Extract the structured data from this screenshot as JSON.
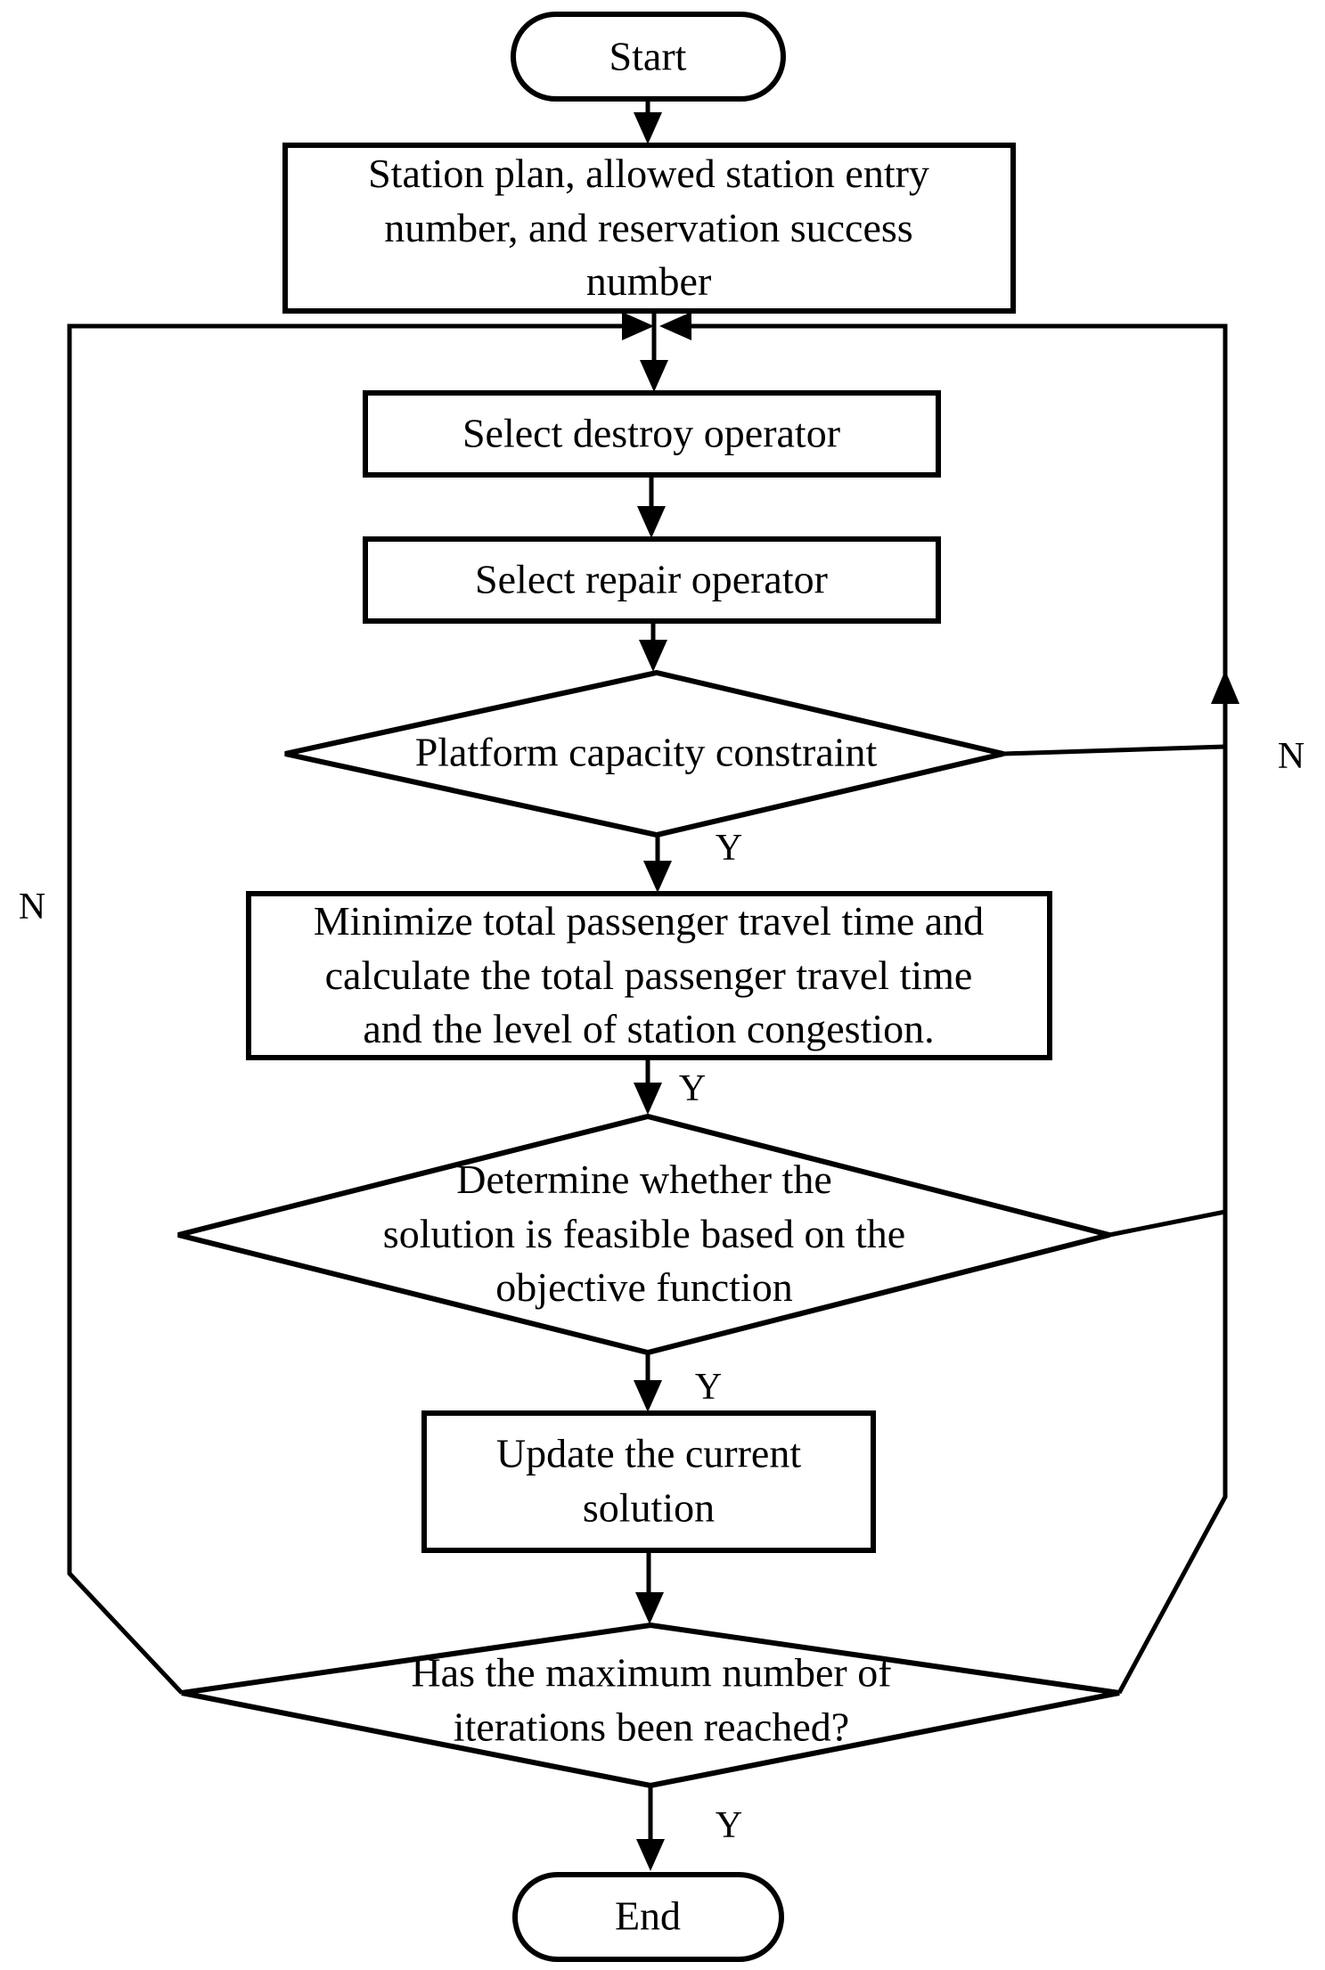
{
  "colors": {
    "line": "#000000",
    "text": "#000000",
    "background": "#ffffff"
  },
  "nodes": {
    "start": {
      "type": "terminator",
      "label": "Start"
    },
    "inputs": {
      "type": "process",
      "label": "Station plan, allowed station entry\nnumber, and reservation success\nnumber"
    },
    "select_destroy": {
      "type": "process",
      "label": "Select destroy operator"
    },
    "select_repair": {
      "type": "process",
      "label": "Select repair operator"
    },
    "platform_capacity": {
      "type": "decision",
      "label": "Platform capacity constraint"
    },
    "minimize": {
      "type": "process",
      "label": "Minimize total passenger travel time and\ncalculate the total passenger travel time\nand the level of station congestion."
    },
    "feasibility": {
      "type": "decision",
      "label": "Determine whether the\nsolution is feasible based on the\nobjective function"
    },
    "update_solution": {
      "type": "process",
      "label": "Update the current\nsolution"
    },
    "max_iterations": {
      "type": "decision",
      "label": "Has the maximum number of\niterations been reached?"
    },
    "end": {
      "type": "terminator",
      "label": "End"
    }
  },
  "edge_labels": {
    "platform_yes": "Y",
    "minimize_yes": "Y",
    "feasibility_yes": "Y",
    "max_iterations_yes": "Y",
    "max_iterations_no": "N",
    "platform_no": "N"
  }
}
